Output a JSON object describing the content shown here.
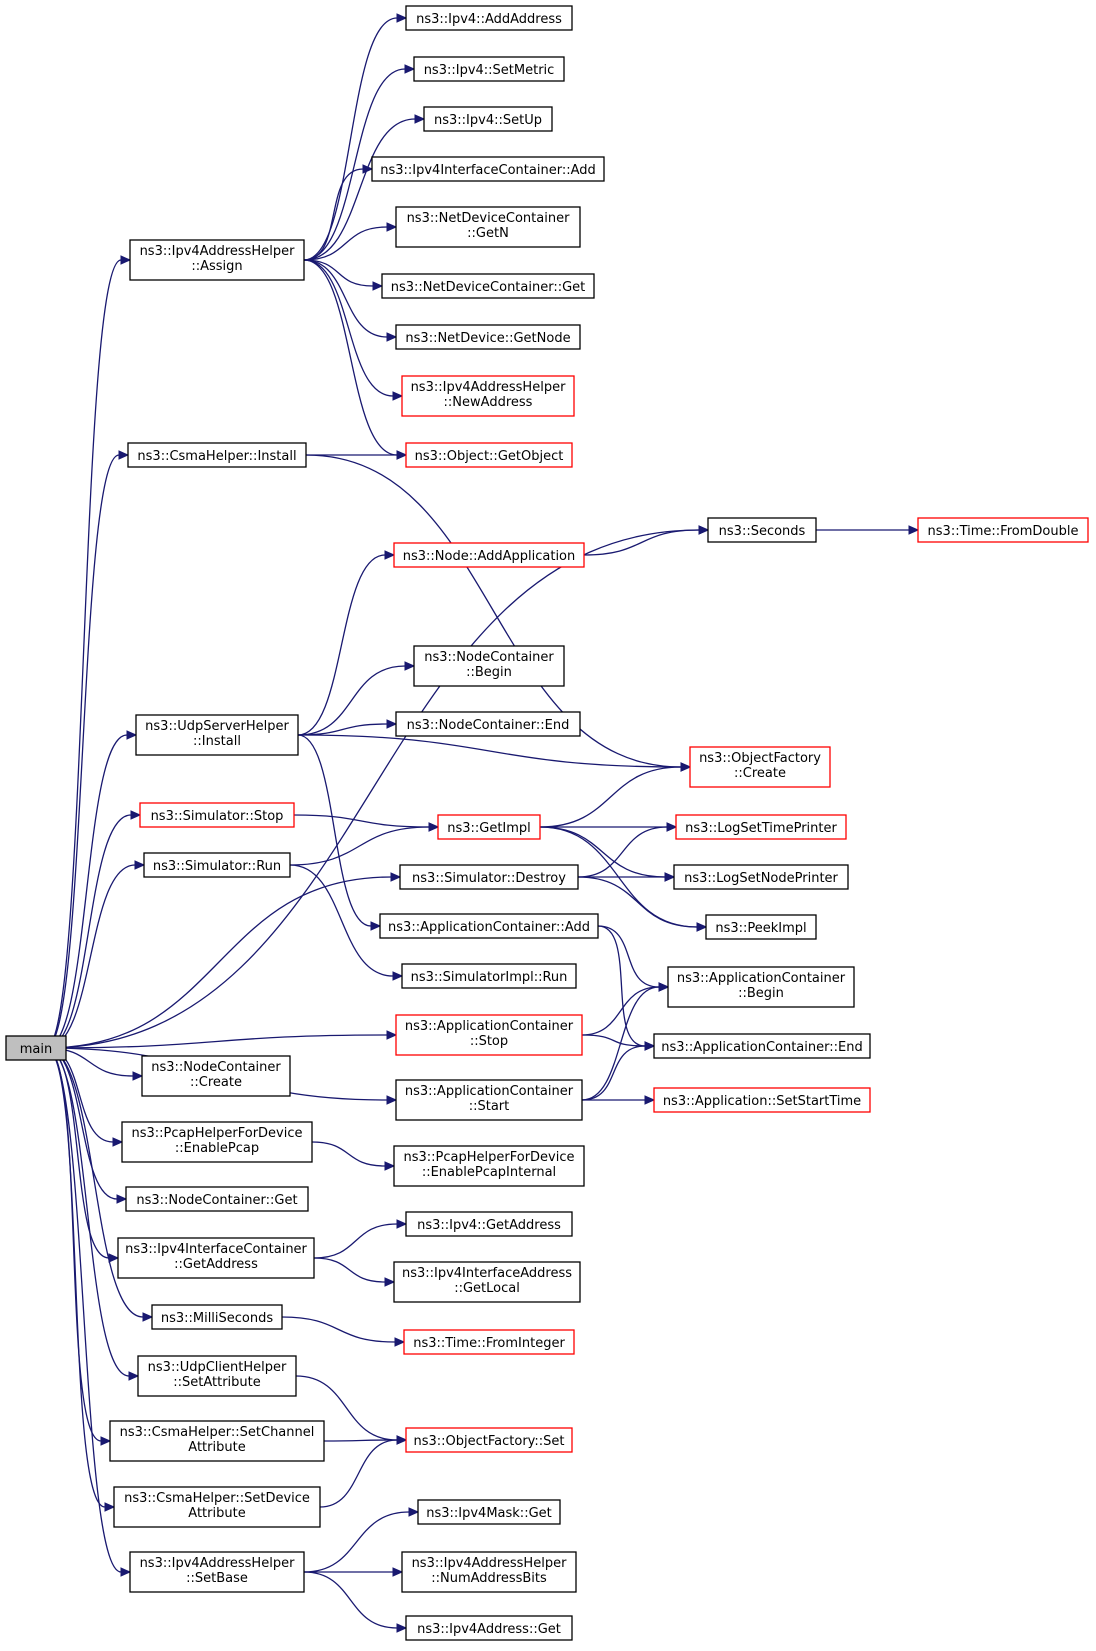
{
  "colors": {
    "edge": "#191970",
    "border_normal": "#000000",
    "border_truncated": "#ff0000",
    "root_fill": "#bfbfbf",
    "node_fill": "#ffffff"
  },
  "nodes": [
    {
      "id": "main",
      "lines": [
        "main"
      ],
      "kind": "root"
    },
    {
      "id": "addaddress",
      "lines": [
        "ns3::Ipv4::AddAddress"
      ],
      "kind": "normal"
    },
    {
      "id": "setmetric",
      "lines": [
        "ns3::Ipv4::SetMetric"
      ],
      "kind": "normal"
    },
    {
      "id": "setup",
      "lines": [
        "ns3::Ipv4::SetUp"
      ],
      "kind": "normal"
    },
    {
      "id": "ificadd",
      "lines": [
        "ns3::Ipv4InterfaceContainer::Add"
      ],
      "kind": "normal"
    },
    {
      "id": "ndcgetn",
      "lines": [
        "ns3::NetDeviceContainer",
        "::GetN"
      ],
      "kind": "normal"
    },
    {
      "id": "assign",
      "lines": [
        "ns3::Ipv4AddressHelper",
        "::Assign"
      ],
      "kind": "normal"
    },
    {
      "id": "ndcget",
      "lines": [
        "ns3::NetDeviceContainer::Get"
      ],
      "kind": "normal"
    },
    {
      "id": "getnode",
      "lines": [
        "ns3::NetDevice::GetNode"
      ],
      "kind": "normal"
    },
    {
      "id": "newaddress",
      "lines": [
        "ns3::Ipv4AddressHelper",
        "::NewAddress"
      ],
      "kind": "truncated"
    },
    {
      "id": "csmainstall",
      "lines": [
        "ns3::CsmaHelper::Install"
      ],
      "kind": "normal"
    },
    {
      "id": "getobject",
      "lines": [
        "ns3::Object::GetObject"
      ],
      "kind": "truncated"
    },
    {
      "id": "seconds",
      "lines": [
        "ns3::Seconds"
      ],
      "kind": "normal"
    },
    {
      "id": "fromdouble",
      "lines": [
        "ns3::Time::FromDouble"
      ],
      "kind": "truncated"
    },
    {
      "id": "addapp",
      "lines": [
        "ns3::Node::AddApplication"
      ],
      "kind": "truncated"
    },
    {
      "id": "ncbegin",
      "lines": [
        "ns3::NodeContainer",
        "::Begin"
      ],
      "kind": "normal"
    },
    {
      "id": "udpserverinstall",
      "lines": [
        "ns3::UdpServerHelper",
        "::Install"
      ],
      "kind": "normal"
    },
    {
      "id": "ncend",
      "lines": [
        "ns3::NodeContainer::End"
      ],
      "kind": "normal"
    },
    {
      "id": "ofcreate",
      "lines": [
        "ns3::ObjectFactory",
        "::Create"
      ],
      "kind": "truncated"
    },
    {
      "id": "simstop",
      "lines": [
        "ns3::Simulator::Stop"
      ],
      "kind": "truncated"
    },
    {
      "id": "getimpl",
      "lines": [
        "ns3::GetImpl"
      ],
      "kind": "truncated"
    },
    {
      "id": "logtime",
      "lines": [
        "ns3::LogSetTimePrinter"
      ],
      "kind": "truncated"
    },
    {
      "id": "simrun",
      "lines": [
        "ns3::Simulator::Run"
      ],
      "kind": "normal"
    },
    {
      "id": "simdestroy",
      "lines": [
        "ns3::Simulator::Destroy"
      ],
      "kind": "normal"
    },
    {
      "id": "lognode",
      "lines": [
        "ns3::LogSetNodePrinter"
      ],
      "kind": "normal"
    },
    {
      "id": "acadd",
      "lines": [
        "ns3::ApplicationContainer::Add"
      ],
      "kind": "normal"
    },
    {
      "id": "peekimpl",
      "lines": [
        "ns3::PeekImpl"
      ],
      "kind": "normal"
    },
    {
      "id": "simimplrun",
      "lines": [
        "ns3::SimulatorImpl::Run"
      ],
      "kind": "normal"
    },
    {
      "id": "acbegin",
      "lines": [
        "ns3::ApplicationContainer",
        "::Begin"
      ],
      "kind": "normal"
    },
    {
      "id": "acstop",
      "lines": [
        "ns3::ApplicationContainer",
        "::Stop"
      ],
      "kind": "truncated"
    },
    {
      "id": "acend",
      "lines": [
        "ns3::ApplicationContainer::End"
      ],
      "kind": "normal"
    },
    {
      "id": "nccreate",
      "lines": [
        "ns3::NodeContainer",
        "::Create"
      ],
      "kind": "normal"
    },
    {
      "id": "acstart",
      "lines": [
        "ns3::ApplicationContainer",
        "::Start"
      ],
      "kind": "normal"
    },
    {
      "id": "setstarttime",
      "lines": [
        "ns3::Application::SetStartTime"
      ],
      "kind": "truncated"
    },
    {
      "id": "enablepcap",
      "lines": [
        "ns3::PcapHelperForDevice",
        "::EnablePcap"
      ],
      "kind": "normal"
    },
    {
      "id": "enablepcapint",
      "lines": [
        "ns3::PcapHelperForDevice",
        "::EnablePcapInternal"
      ],
      "kind": "normal"
    },
    {
      "id": "ncget",
      "lines": [
        "ns3::NodeContainer::Get"
      ],
      "kind": "normal"
    },
    {
      "id": "ipv4getaddress",
      "lines": [
        "ns3::Ipv4::GetAddress"
      ],
      "kind": "normal"
    },
    {
      "id": "ificgetaddress",
      "lines": [
        "ns3::Ipv4InterfaceContainer",
        "::GetAddress"
      ],
      "kind": "normal"
    },
    {
      "id": "getlocal",
      "lines": [
        "ns3::Ipv4InterfaceAddress",
        "::GetLocal"
      ],
      "kind": "normal"
    },
    {
      "id": "milliseconds",
      "lines": [
        "ns3::MilliSeconds"
      ],
      "kind": "normal"
    },
    {
      "id": "frominteger",
      "lines": [
        "ns3::Time::FromInteger"
      ],
      "kind": "truncated"
    },
    {
      "id": "udpclientsetattr",
      "lines": [
        "ns3::UdpClientHelper",
        "::SetAttribute"
      ],
      "kind": "normal"
    },
    {
      "id": "setchannelattr",
      "lines": [
        "ns3::CsmaHelper::SetChannel",
        "Attribute"
      ],
      "kind": "normal"
    },
    {
      "id": "ofset",
      "lines": [
        "ns3::ObjectFactory::Set"
      ],
      "kind": "truncated"
    },
    {
      "id": "setdeviceattr",
      "lines": [
        "ns3::CsmaHelper::SetDevice",
        "Attribute"
      ],
      "kind": "normal"
    },
    {
      "id": "maskget",
      "lines": [
        "ns3::Ipv4Mask::Get"
      ],
      "kind": "normal"
    },
    {
      "id": "setbase",
      "lines": [
        "ns3::Ipv4AddressHelper",
        "::SetBase"
      ],
      "kind": "normal"
    },
    {
      "id": "numaddrbits",
      "lines": [
        "ns3::Ipv4AddressHelper",
        "::NumAddressBits"
      ],
      "kind": "normal"
    },
    {
      "id": "addrget",
      "lines": [
        "ns3::Ipv4Address::Get"
      ],
      "kind": "normal"
    }
  ],
  "edges": [
    [
      "main",
      "assign"
    ],
    [
      "main",
      "csmainstall"
    ],
    [
      "main",
      "seconds"
    ],
    [
      "main",
      "udpserverinstall"
    ],
    [
      "main",
      "simstop"
    ],
    [
      "main",
      "simrun"
    ],
    [
      "main",
      "simdestroy"
    ],
    [
      "main",
      "acstop"
    ],
    [
      "main",
      "acstart"
    ],
    [
      "main",
      "nccreate"
    ],
    [
      "main",
      "enablepcap"
    ],
    [
      "main",
      "ncget"
    ],
    [
      "main",
      "ificgetaddress"
    ],
    [
      "main",
      "milliseconds"
    ],
    [
      "main",
      "udpclientsetattr"
    ],
    [
      "main",
      "setchannelattr"
    ],
    [
      "main",
      "setdeviceattr"
    ],
    [
      "main",
      "setbase"
    ],
    [
      "assign",
      "addaddress"
    ],
    [
      "assign",
      "setmetric"
    ],
    [
      "assign",
      "setup"
    ],
    [
      "assign",
      "ificadd"
    ],
    [
      "assign",
      "ndcgetn"
    ],
    [
      "assign",
      "ndcget"
    ],
    [
      "assign",
      "getnode"
    ],
    [
      "assign",
      "newaddress"
    ],
    [
      "assign",
      "getobject"
    ],
    [
      "csmainstall",
      "getobject"
    ],
    [
      "csmainstall",
      "ofcreate"
    ],
    [
      "seconds",
      "fromdouble"
    ],
    [
      "addapp",
      "seconds"
    ],
    [
      "udpserverinstall",
      "addapp"
    ],
    [
      "udpserverinstall",
      "ncbegin"
    ],
    [
      "udpserverinstall",
      "ncend"
    ],
    [
      "udpserverinstall",
      "ofcreate"
    ],
    [
      "udpserverinstall",
      "acadd"
    ],
    [
      "simstop",
      "getimpl"
    ],
    [
      "simrun",
      "getimpl"
    ],
    [
      "simrun",
      "simimplrun"
    ],
    [
      "getimpl",
      "ofcreate"
    ],
    [
      "getimpl",
      "logtime"
    ],
    [
      "getimpl",
      "lognode"
    ],
    [
      "getimpl",
      "peekimpl"
    ],
    [
      "simdestroy",
      "logtime"
    ],
    [
      "simdestroy",
      "lognode"
    ],
    [
      "simdestroy",
      "peekimpl"
    ],
    [
      "acadd",
      "acbegin"
    ],
    [
      "acadd",
      "acend"
    ],
    [
      "acstop",
      "acbegin"
    ],
    [
      "acstop",
      "acend"
    ],
    [
      "acstart",
      "acbegin"
    ],
    [
      "acstart",
      "acend"
    ],
    [
      "acstart",
      "setstarttime"
    ],
    [
      "enablepcap",
      "enablepcapint"
    ],
    [
      "ificgetaddress",
      "ipv4getaddress"
    ],
    [
      "ificgetaddress",
      "getlocal"
    ],
    [
      "milliseconds",
      "frominteger"
    ],
    [
      "udpclientsetattr",
      "ofset"
    ],
    [
      "setchannelattr",
      "ofset"
    ],
    [
      "setdeviceattr",
      "ofset"
    ],
    [
      "setbase",
      "maskget"
    ],
    [
      "setbase",
      "numaddrbits"
    ],
    [
      "setbase",
      "addrget"
    ]
  ]
}
